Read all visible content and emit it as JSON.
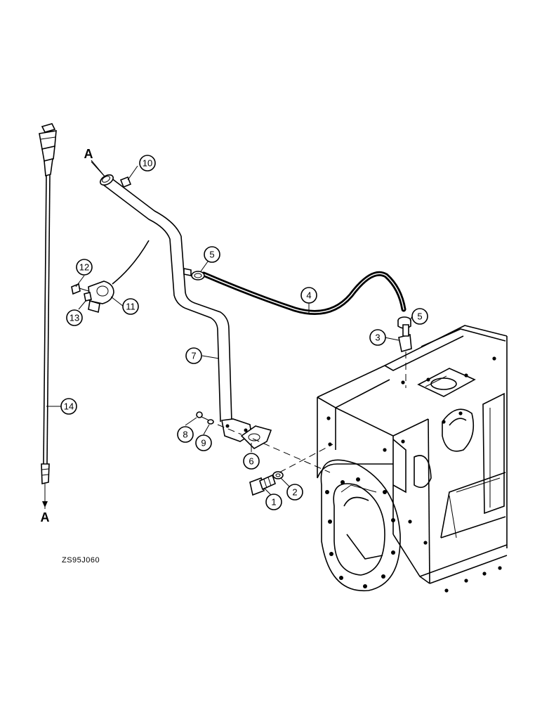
{
  "figure": {
    "code": "ZS95J060",
    "reference_letter": "A"
  },
  "callouts": [
    {
      "id": "c1",
      "label": "1"
    },
    {
      "id": "c2",
      "label": "2"
    },
    {
      "id": "c3",
      "label": "3"
    },
    {
      "id": "c4",
      "label": "4"
    },
    {
      "id": "c5a",
      "label": "5"
    },
    {
      "id": "c5b",
      "label": "5"
    },
    {
      "id": "c6",
      "label": "6"
    },
    {
      "id": "c7",
      "label": "7"
    },
    {
      "id": "c8",
      "label": "8"
    },
    {
      "id": "c9",
      "label": "9"
    },
    {
      "id": "c10",
      "label": "10"
    },
    {
      "id": "c11",
      "label": "11"
    },
    {
      "id": "c12",
      "label": "12"
    },
    {
      "id": "c13",
      "label": "13"
    },
    {
      "id": "c14",
      "label": "14"
    }
  ]
}
